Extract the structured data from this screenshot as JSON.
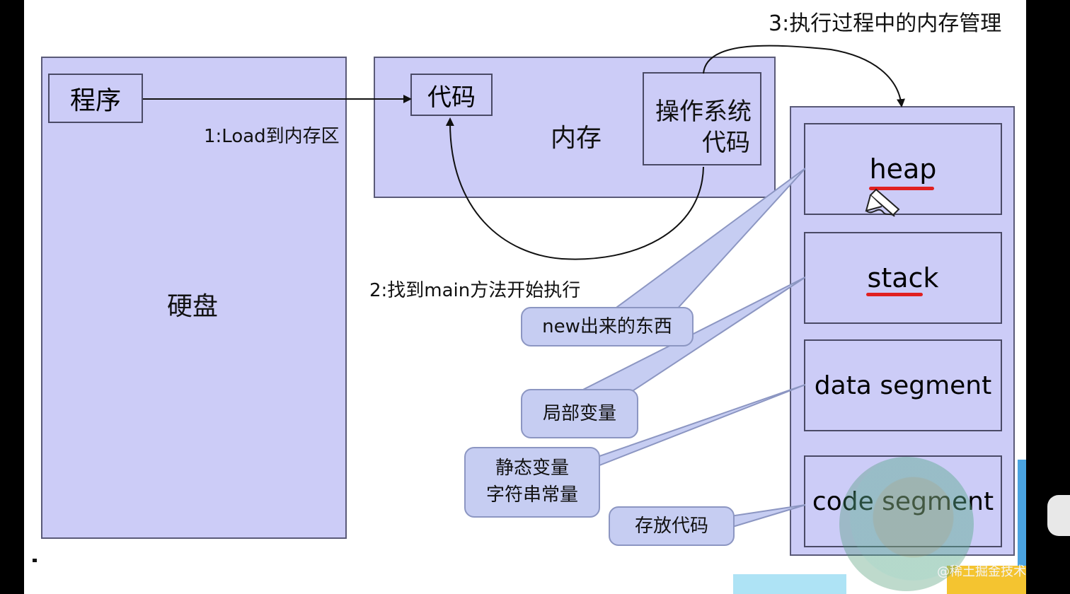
{
  "title": "3:执行过程中的内存管理",
  "disk": {
    "label": "硬盘",
    "program_label": "程序"
  },
  "memory": {
    "label": "内存",
    "code_label": "代码",
    "os_code_line1": "操作系统",
    "os_code_line2": "代码"
  },
  "steps": {
    "step1": "1:Load到内存区",
    "step2": "2:找到main方法开始执行"
  },
  "segments": [
    {
      "name": "heap",
      "underlined": true
    },
    {
      "name": "stack",
      "underlined": true
    },
    {
      "name": "data segment",
      "underlined": false
    },
    {
      "name": "code segment",
      "underlined": false
    }
  ],
  "callouts": {
    "heap": "new出来的东西",
    "stack": "局部变量",
    "data_line1": "静态变量",
    "data_line2": "字符串常量",
    "code": "存放代码"
  },
  "watermark": "@稀土掘金技术社区",
  "colors": {
    "box_fill": "#ccccf7",
    "callout_fill": "#c6cdf2",
    "underline": "#e02020"
  }
}
